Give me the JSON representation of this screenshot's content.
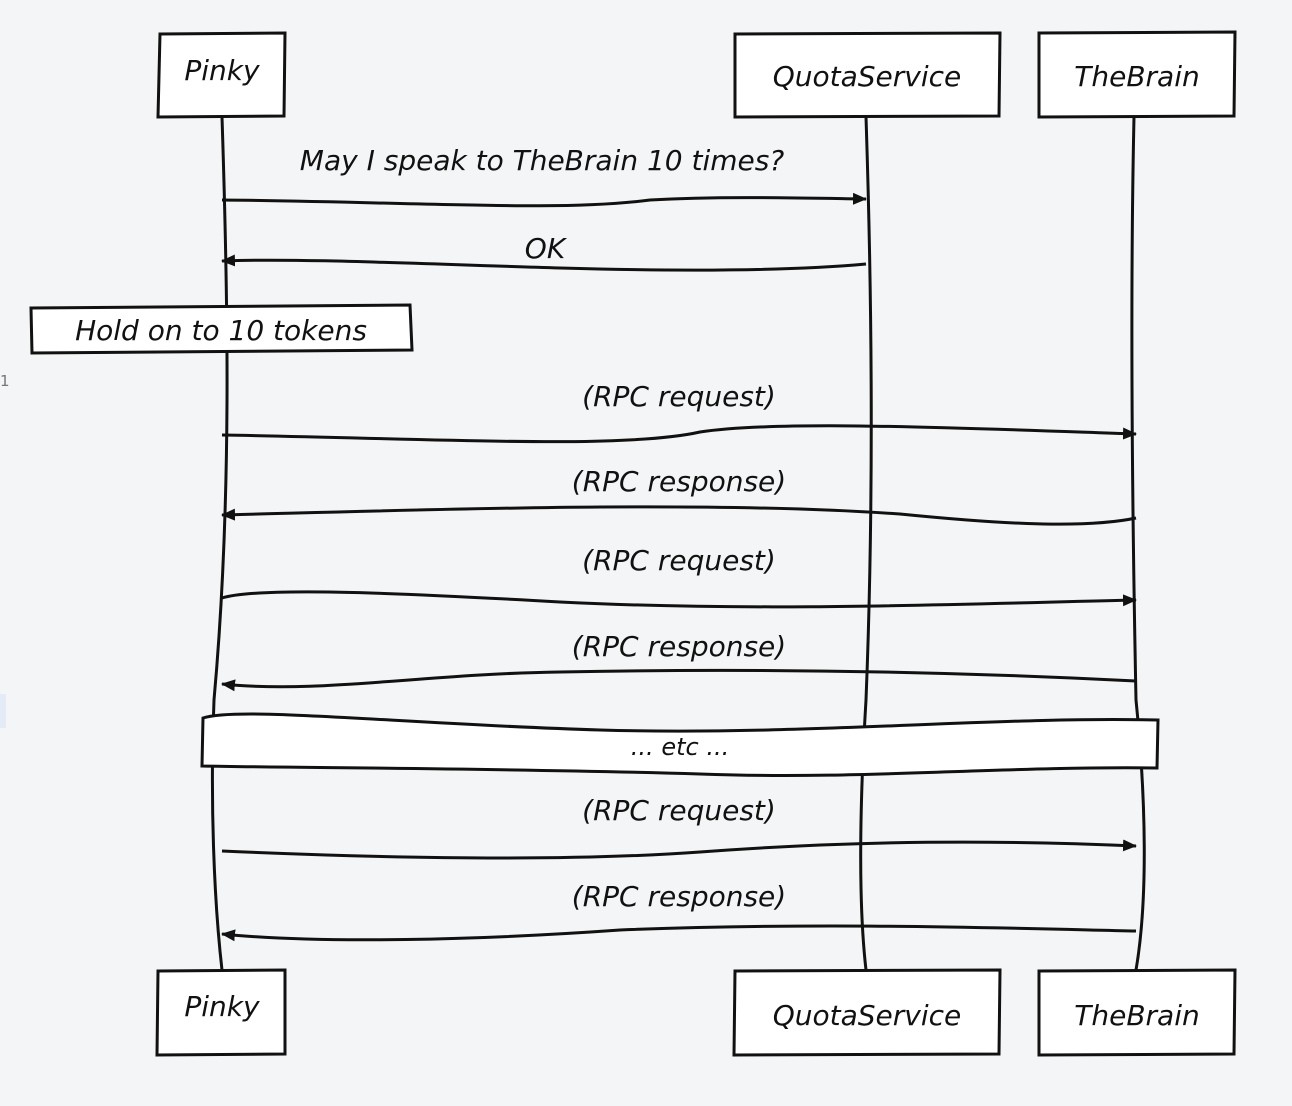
{
  "participants": [
    {
      "id": "pinky",
      "label": "Pinky"
    },
    {
      "id": "quota",
      "label": "QuotaService"
    },
    {
      "id": "brain",
      "label": "TheBrain"
    }
  ],
  "messages": [
    {
      "from": "pinky",
      "to": "quota",
      "label": "May I speak to TheBrain 10 times?"
    },
    {
      "from": "quota",
      "to": "pinky",
      "label": "OK"
    },
    {
      "from": "pinky",
      "to": "brain",
      "label": "(RPC request)"
    },
    {
      "from": "brain",
      "to": "pinky",
      "label": "(RPC response)"
    },
    {
      "from": "pinky",
      "to": "brain",
      "label": "(RPC request)"
    },
    {
      "from": "brain",
      "to": "pinky",
      "label": "(RPC response)"
    },
    {
      "from": "pinky",
      "to": "brain",
      "label": "(RPC request)"
    },
    {
      "from": "brain",
      "to": "pinky",
      "label": "(RPC response)"
    }
  ],
  "note": {
    "label": "Hold on to 10 tokens"
  },
  "divider": {
    "label": "... etc ..."
  },
  "edge_text": "1",
  "colors": {
    "ink": "#111111",
    "box_fill": "#ffffff",
    "background": "#f4f5f6"
  }
}
